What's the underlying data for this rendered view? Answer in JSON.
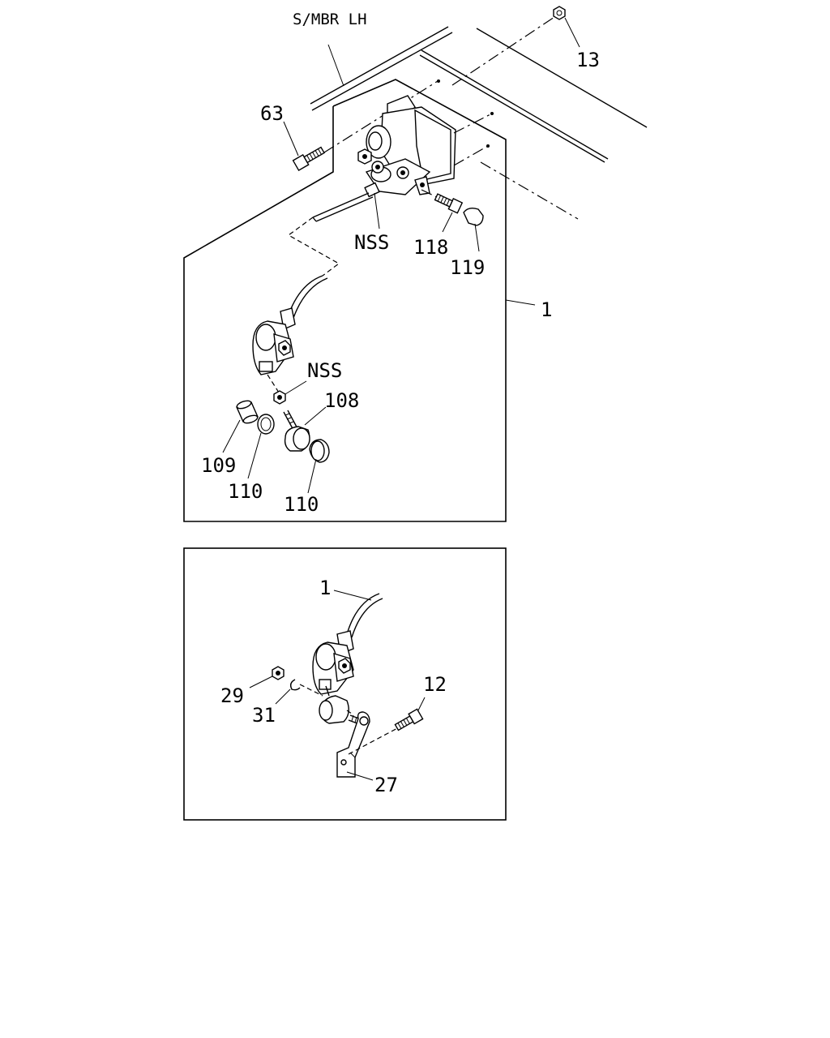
{
  "diagram": {
    "labels": {
      "smbr": "S/MBR LH",
      "p13": "13",
      "p63": "63",
      "nss_top": "NSS",
      "p118": "118",
      "p119": "119",
      "p1_top": "1",
      "nss_mid": "NSS",
      "p108": "108",
      "p109": "109",
      "p110_a": "110",
      "p110_b": "110",
      "p1_bottom": "1",
      "p12": "12",
      "p29": "29",
      "p31": "31",
      "p27": "27"
    }
  }
}
